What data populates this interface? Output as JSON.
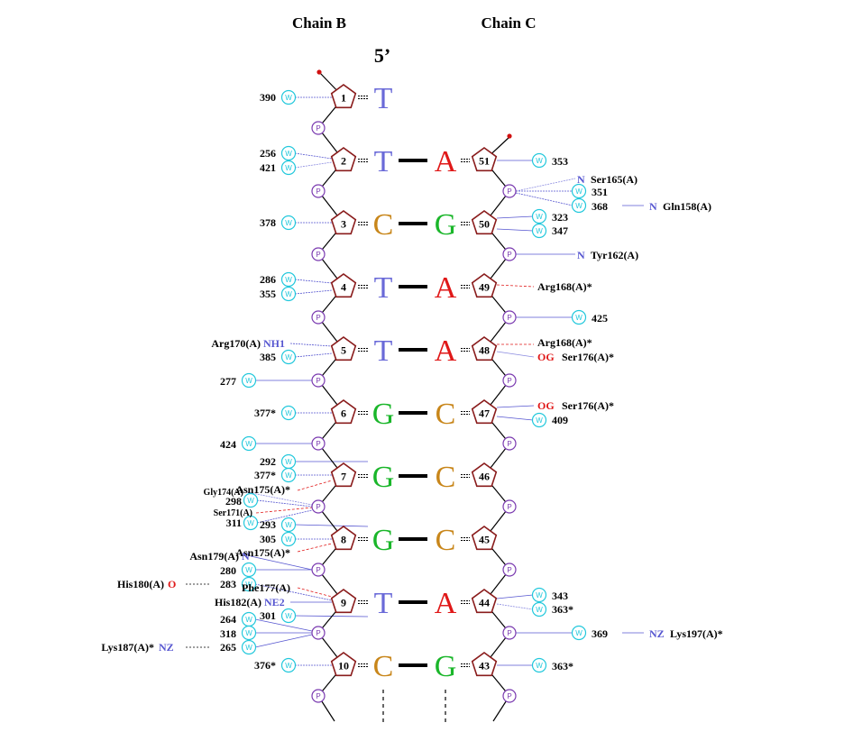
{
  "headers": {
    "chain_b": "Chain B",
    "chain_c": "Chain C",
    "five_prime": "5’"
  },
  "water_symbol": "W",
  "phosphate_symbol": "P",
  "colors": {
    "T": "#6a6ad8",
    "A": "#e01818",
    "C": "#c8861a",
    "G": "#1ab62a",
    "water": "#22c8dc",
    "phosphate": "#7a3ab0",
    "sugar": "#8a1c1c",
    "atom_blue": "#5656d0",
    "atom_red": "#e01818"
  },
  "pairs": [
    {
      "b_num": "1",
      "b_base": "T",
      "c_num": "",
      "c_base": ""
    },
    {
      "b_num": "2",
      "b_base": "T",
      "c_num": "51",
      "c_base": "A"
    },
    {
      "b_num": "3",
      "b_base": "C",
      "c_num": "50",
      "c_base": "G"
    },
    {
      "b_num": "4",
      "b_base": "T",
      "c_num": "49",
      "c_base": "A"
    },
    {
      "b_num": "5",
      "b_base": "T",
      "c_num": "48",
      "c_base": "A"
    },
    {
      "b_num": "6",
      "b_base": "G",
      "c_num": "47",
      "c_base": "C"
    },
    {
      "b_num": "7",
      "b_base": "G",
      "c_num": "46",
      "c_base": "C"
    },
    {
      "b_num": "8",
      "b_base": "G",
      "c_num": "45",
      "c_base": "C"
    },
    {
      "b_num": "9",
      "b_base": "T",
      "c_num": "44",
      "c_base": "A"
    },
    {
      "b_num": "10",
      "b_base": "C",
      "c_num": "43",
      "c_base": "G"
    }
  ],
  "left_labels": [
    {
      "text": "390"
    },
    {
      "text": "256"
    },
    {
      "text": "421"
    },
    {
      "text": "378"
    },
    {
      "text": "286"
    },
    {
      "text": "355"
    },
    {
      "text": "Arg170(A)"
    },
    {
      "text": "NH1"
    },
    {
      "text": "385"
    },
    {
      "text": "277"
    },
    {
      "text": "377*"
    },
    {
      "text": "424"
    },
    {
      "text": "292"
    },
    {
      "text": "377*"
    },
    {
      "text": "Asn175(A)*"
    },
    {
      "text": "Gly174(A)"
    },
    {
      "text": "298"
    },
    {
      "text": "Ser171(A)"
    },
    {
      "text": "311"
    },
    {
      "text": "293"
    },
    {
      "text": "305"
    },
    {
      "text": "Asn175(A)*"
    },
    {
      "text": "Asn179(A)"
    },
    {
      "text": "N"
    },
    {
      "text": "280"
    },
    {
      "text": "His180(A)"
    },
    {
      "text": "O"
    },
    {
      "text": "283"
    },
    {
      "text": "Phe177(A)"
    },
    {
      "text": "His182(A)"
    },
    {
      "text": "NE2"
    },
    {
      "text": "301"
    },
    {
      "text": "264"
    },
    {
      "text": "318"
    },
    {
      "text": "Lys187(A)*"
    },
    {
      "text": "NZ"
    },
    {
      "text": "265"
    },
    {
      "text": "376*"
    }
  ],
  "right_labels": [
    {
      "text": "353"
    },
    {
      "text": "N"
    },
    {
      "text": "Ser165(A)"
    },
    {
      "text": "351"
    },
    {
      "text": "368"
    },
    {
      "text": "N"
    },
    {
      "text": "Gln158(A)"
    },
    {
      "text": "323"
    },
    {
      "text": "347"
    },
    {
      "text": "N"
    },
    {
      "text": "Tyr162(A)"
    },
    {
      "text": "Arg168(A)*"
    },
    {
      "text": "425"
    },
    {
      "text": "Arg168(A)*"
    },
    {
      "text": "OG"
    },
    {
      "text": "Ser176(A)*"
    },
    {
      "text": "OG"
    },
    {
      "text": "Ser176(A)*"
    },
    {
      "text": "409"
    },
    {
      "text": "343"
    },
    {
      "text": "363*"
    },
    {
      "text": "369"
    },
    {
      "text": "NZ"
    },
    {
      "text": "Lys197(A)*"
    },
    {
      "text": "363*"
    }
  ]
}
